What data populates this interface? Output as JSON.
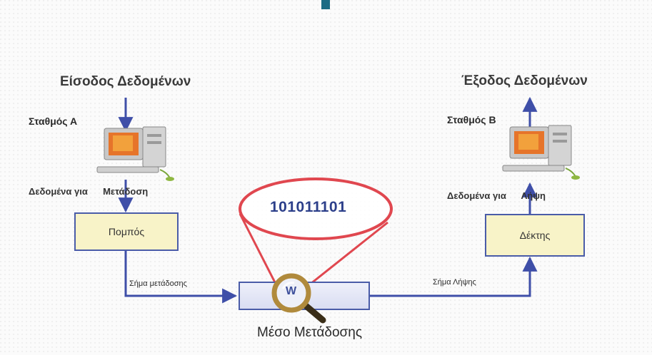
{
  "labels": {
    "data_input": "Είσοδος Δεδομένων",
    "data_output": "Έξοδος Δεδομένων",
    "station_a": "Σταθμός Α",
    "station_b": "Σταθμός Β",
    "data_for": "Δεδομένα για",
    "transmission": "Μετάδοση",
    "reception": "Λήψη",
    "transmitter": "Πομπός",
    "receiver": "Δέκτης",
    "transmission_signal": "Σήμα μετάδοσης",
    "reception_signal": "Σήμα Λήψης",
    "bits": "101011101",
    "signal_letter": "W",
    "medium": "Μέσο Μετάδοσης"
  },
  "colors": {
    "arrow": "#3f4fa8",
    "box_fill": "#f8f3c8",
    "ellipse": "#e0474f",
    "accent_mark": "#1b6b84"
  },
  "icons": {
    "computer_a": "desktop-computer-icon",
    "computer_b": "desktop-computer-icon",
    "magnifier": "magnifying-glass-icon"
  }
}
